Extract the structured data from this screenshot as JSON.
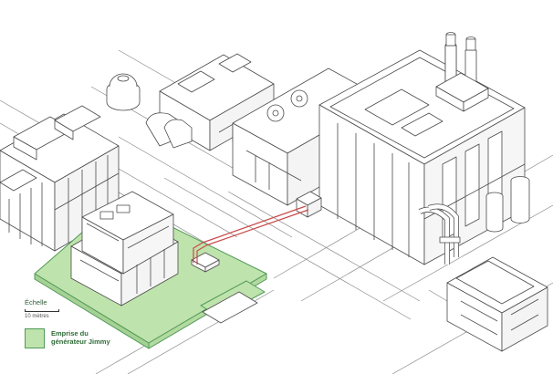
{
  "legend": {
    "scale_label": "Échelle",
    "scale_distance": "10 mètres",
    "footprint_label": "Emprise du générateur Jimmy"
  },
  "colors": {
    "footprint_fill": "#bfe3ac",
    "footprint_stroke": "#4f9a57",
    "cable": "#c94a4a",
    "line": "#4a4a4a",
    "building_fill": "#ffffff",
    "shadow_fill": "#eeeeee"
  }
}
